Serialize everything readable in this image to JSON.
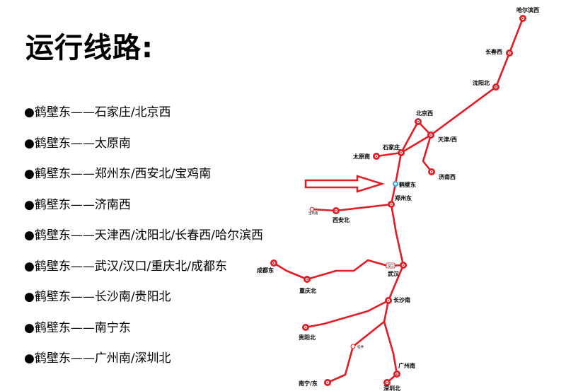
{
  "title": "运行线路:",
  "routes": [
    "●鹤壁东——石家庄/北京西",
    "●鹤壁东——太原南",
    "●鹤壁东——郑州东/西安北/宝鸡南",
    "●鹤壁东——济南西",
    "●鹤壁东——天津西/沈阳北/长春西/哈尔滨西",
    "●鹤壁东——武汉/汉口/重庆北/成都东",
    "●鹤壁东——长沙南/贵阳北",
    "●鹤壁东——南宁东",
    "●鹤壁东——广州南/深圳北"
  ],
  "map": {
    "line_color": "#e31b23",
    "origin_color": "#39a9e0",
    "arrow_color": "#e31b23",
    "stations": {
      "harbin_west": "哈尔滨西",
      "changchun_west": "长春西",
      "shenyang_north": "沈阳北",
      "beijing_west": "北京西",
      "tianjin_west": "天津/西",
      "shijiazhuang": "石家庄",
      "taiyuan_south": "太原南",
      "jinan_west": "济南西",
      "hebi_east": "鹤壁东",
      "zhengzhou_east": "郑州东",
      "xian_north": "西安北",
      "baoji_south": "宝鸡南",
      "wuhan": "武汉",
      "hankou": "汉口",
      "chengdu_east": "成都东",
      "chongqing_north": "重庆北",
      "changsha_south": "长沙南",
      "guiyang_north": "贵阳北",
      "guilin": "桂林",
      "guangzhou_south": "广州南",
      "nanning_east": "南宁/东",
      "shenzhen_north": "深圳北"
    }
  }
}
